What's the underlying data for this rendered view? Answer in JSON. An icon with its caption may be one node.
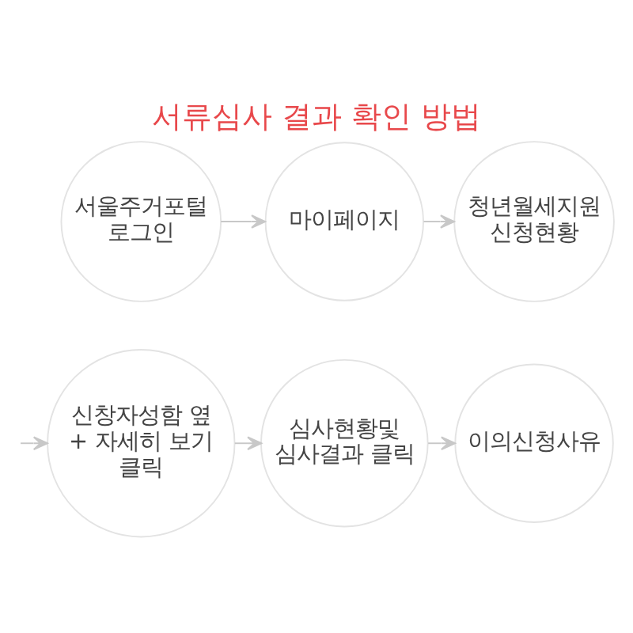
{
  "diagram": {
    "title": "서류심사 결과 확인 방법",
    "nodes": [
      {
        "text": [
          "서울주거포털 로그인"
        ]
      },
      {
        "text": [
          "마이페이지"
        ]
      },
      {
        "text": [
          "청년월세지원 신청현황"
        ]
      },
      {
        "text": [
          "신창자성함 옆 + 자세히 보기 클릭"
        ]
      },
      {
        "text": [
          "심사현황및 심사결과 클릭"
        ]
      },
      {
        "text": [
          "이의신청사유"
        ]
      }
    ],
    "edges": [
      {
        "from": 0,
        "to": 1,
        "arrow": "to"
      },
      {
        "from": 1,
        "to": 2,
        "arrow": "to"
      },
      {
        "from": null,
        "to": 3,
        "arrow": "to"
      },
      {
        "from": 3,
        "to": 4,
        "arrow": "to"
      },
      {
        "from": 4,
        "to": 5,
        "arrow": "to"
      }
    ]
  }
}
